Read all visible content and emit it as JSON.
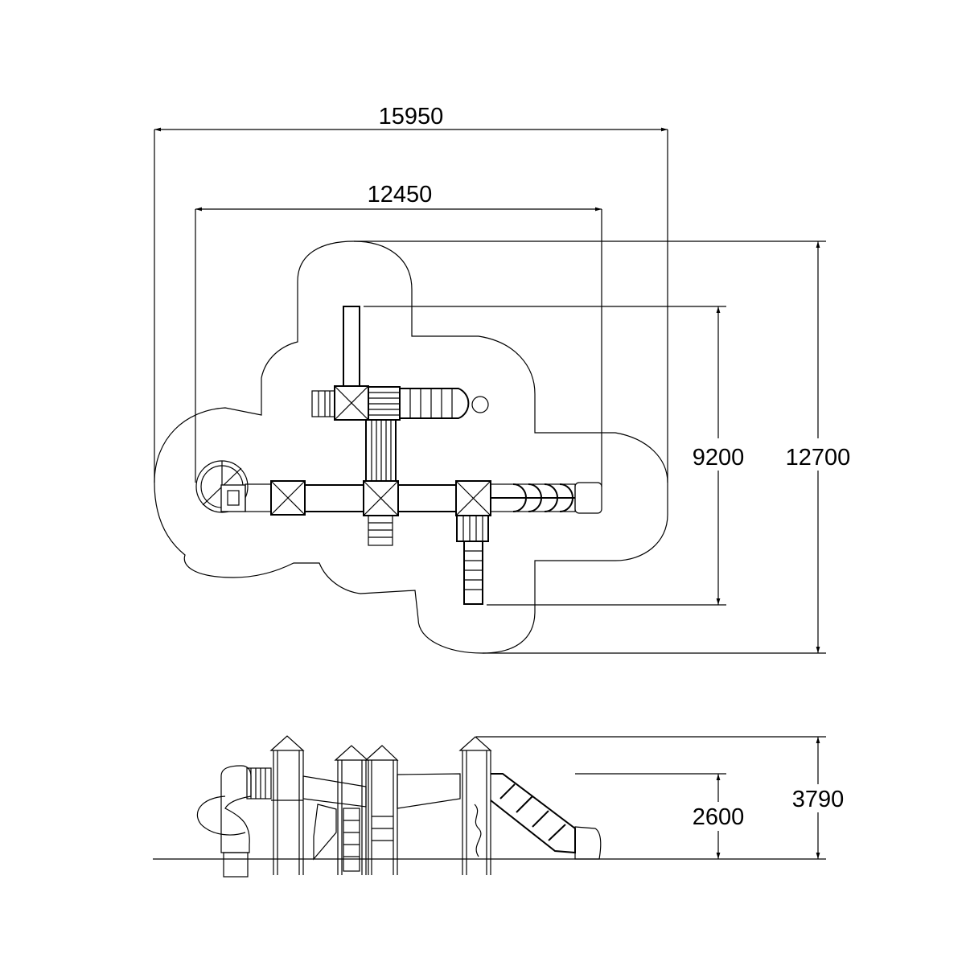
{
  "drawing": {
    "plan_view": {
      "dimensions": {
        "overall_width": "15950",
        "structure_width": "12450",
        "overall_depth": "12700",
        "structure_depth": "9200"
      }
    },
    "side_view": {
      "dimensions": {
        "overall_height": "3790",
        "platform_height": "2600"
      }
    }
  }
}
